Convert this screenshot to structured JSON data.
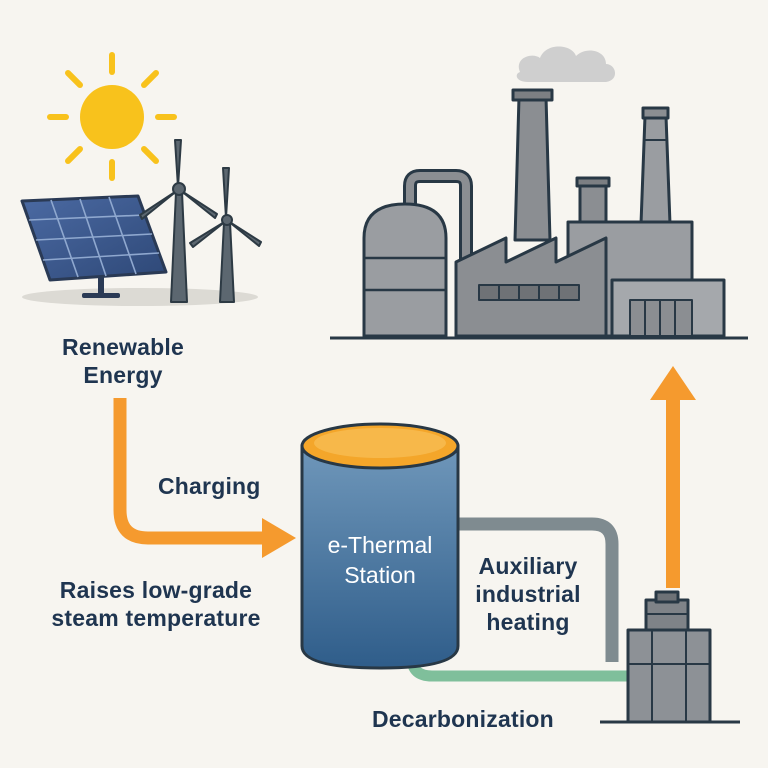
{
  "labels": {
    "renewable_line1": "Renewable",
    "renewable_line2": "Energy",
    "charging": "Charging",
    "raises_line1": "Raises low-grade",
    "raises_line2": "steam temperature",
    "station_line1": "e-Thermal",
    "station_line2": "Station",
    "aux_line1": "Auxiliary",
    "aux_line2": "industrial",
    "aux_line3": "heating",
    "decarbonization": "Decarbonization"
  },
  "icons": {
    "sun": "sun-icon",
    "solar_panel": "solar-panel-icon",
    "wind_turbines": "wind-turbine-icon",
    "factory": "factory-icon",
    "storage_tank": "thermal-storage-tank-icon",
    "boiler_unit": "industrial-boiler-icon"
  },
  "colors": {
    "background": "#f7f5f0",
    "label_text": "#1f3550",
    "arrow_orange": "#f59a2e",
    "sun_yellow": "#f8c21c",
    "tank_blue": "#3c6e9c",
    "tank_top": "#f4a62a",
    "pipe_gray": "#7f8b90",
    "pipe_green": "#7fbf9b",
    "factory_gray": "#8b8e92",
    "outline": "#283845"
  }
}
